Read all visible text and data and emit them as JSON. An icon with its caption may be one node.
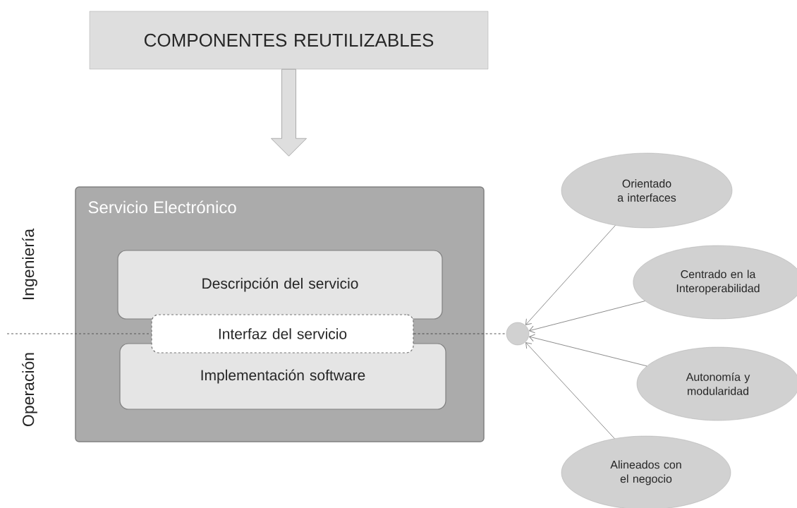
{
  "diagram": {
    "nodes": [
      {
        "text": [
          "COMPONENTES REUTILIZABLES"
        ]
      },
      {
        "text": [
          "Servicio Electrónico"
        ]
      },
      {
        "text": [
          "Descripción del servicio"
        ],
        "in": 1
      },
      {
        "text": [
          "Interfaz del servicio"
        ],
        "in": 1
      },
      {
        "text": [
          "Implementación software"
        ],
        "in": 1
      },
      {
        "text": [],
        "shape": "circle"
      },
      {
        "text": [
          "Orientado a interfaces"
        ]
      },
      {
        "text": [
          "Centrado en la Interoperabilidad"
        ]
      },
      {
        "text": [
          "Autonomía y modularidad"
        ]
      },
      {
        "text": [
          "Alineados con el negocio"
        ]
      }
    ],
    "edges": [
      {
        "from": 0,
        "to": 1,
        "arrow": "to",
        "style": "thick"
      },
      {
        "from": 3,
        "to": 5,
        "arrow": "none",
        "style": "dashed",
        "color": "#404040"
      },
      {
        "from": 6,
        "to": 5,
        "arrow": "to"
      },
      {
        "from": 7,
        "to": 5,
        "arrow": "to"
      },
      {
        "from": 8,
        "to": 5,
        "arrow": "to"
      },
      {
        "from": 9,
        "to": 5,
        "arrow": "to"
      }
    ],
    "labels": [
      "Ingeniería",
      "Operación"
    ]
  }
}
